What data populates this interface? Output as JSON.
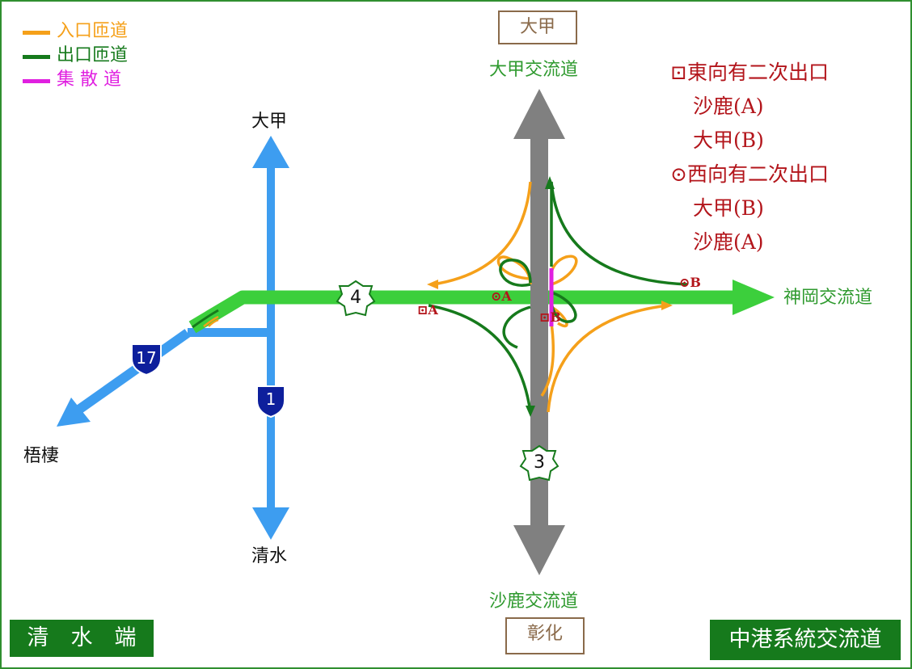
{
  "legend": [
    {
      "label": "入口匝道",
      "color": "#f5a01a"
    },
    {
      "label": "出口匝道",
      "color": "#167a1c"
    },
    {
      "label": "集 散 道",
      "color": "#e020e0"
    }
  ],
  "places": {
    "dajia_top_left": "大甲",
    "wuqi": "梧棲",
    "qingshui": "清水",
    "dajia_box": "大甲",
    "changhua_box": "彰化"
  },
  "interchanges": {
    "dajia": "大甲交流道",
    "shenggang": "神岡交流道",
    "shalu": "沙鹿交流道"
  },
  "notes": {
    "east_header": "東向有二次出口",
    "east_1": "沙鹿(A)",
    "east_2": "大甲(B)",
    "west_header": "西向有二次出口",
    "west_1": "大甲(B)",
    "west_2": "沙鹿(A)",
    "east_symbol": "⊡",
    "west_symbol": "⊙"
  },
  "markers": {
    "west_A": "⊡A",
    "inner_A": "⊙A",
    "inner_B": "⊡B",
    "east_B": "⊙B"
  },
  "shields": {
    "route4": "4",
    "route3": "3",
    "route1": "1",
    "route17": "17"
  },
  "corner_labels": {
    "left": "清　水　端",
    "right": "中港系統交流道"
  },
  "colors": {
    "highway_blue": "#3d9df0",
    "route4_green": "#3ccf3c",
    "freeway_gray": "#808080",
    "entry_ramp": "#f5a01a",
    "exit_ramp": "#167a1c",
    "collector": "#e020e0",
    "shield_navy": "#0d1f9c",
    "note_red": "#b3151b",
    "interchange_green": "#2f9a2f"
  }
}
